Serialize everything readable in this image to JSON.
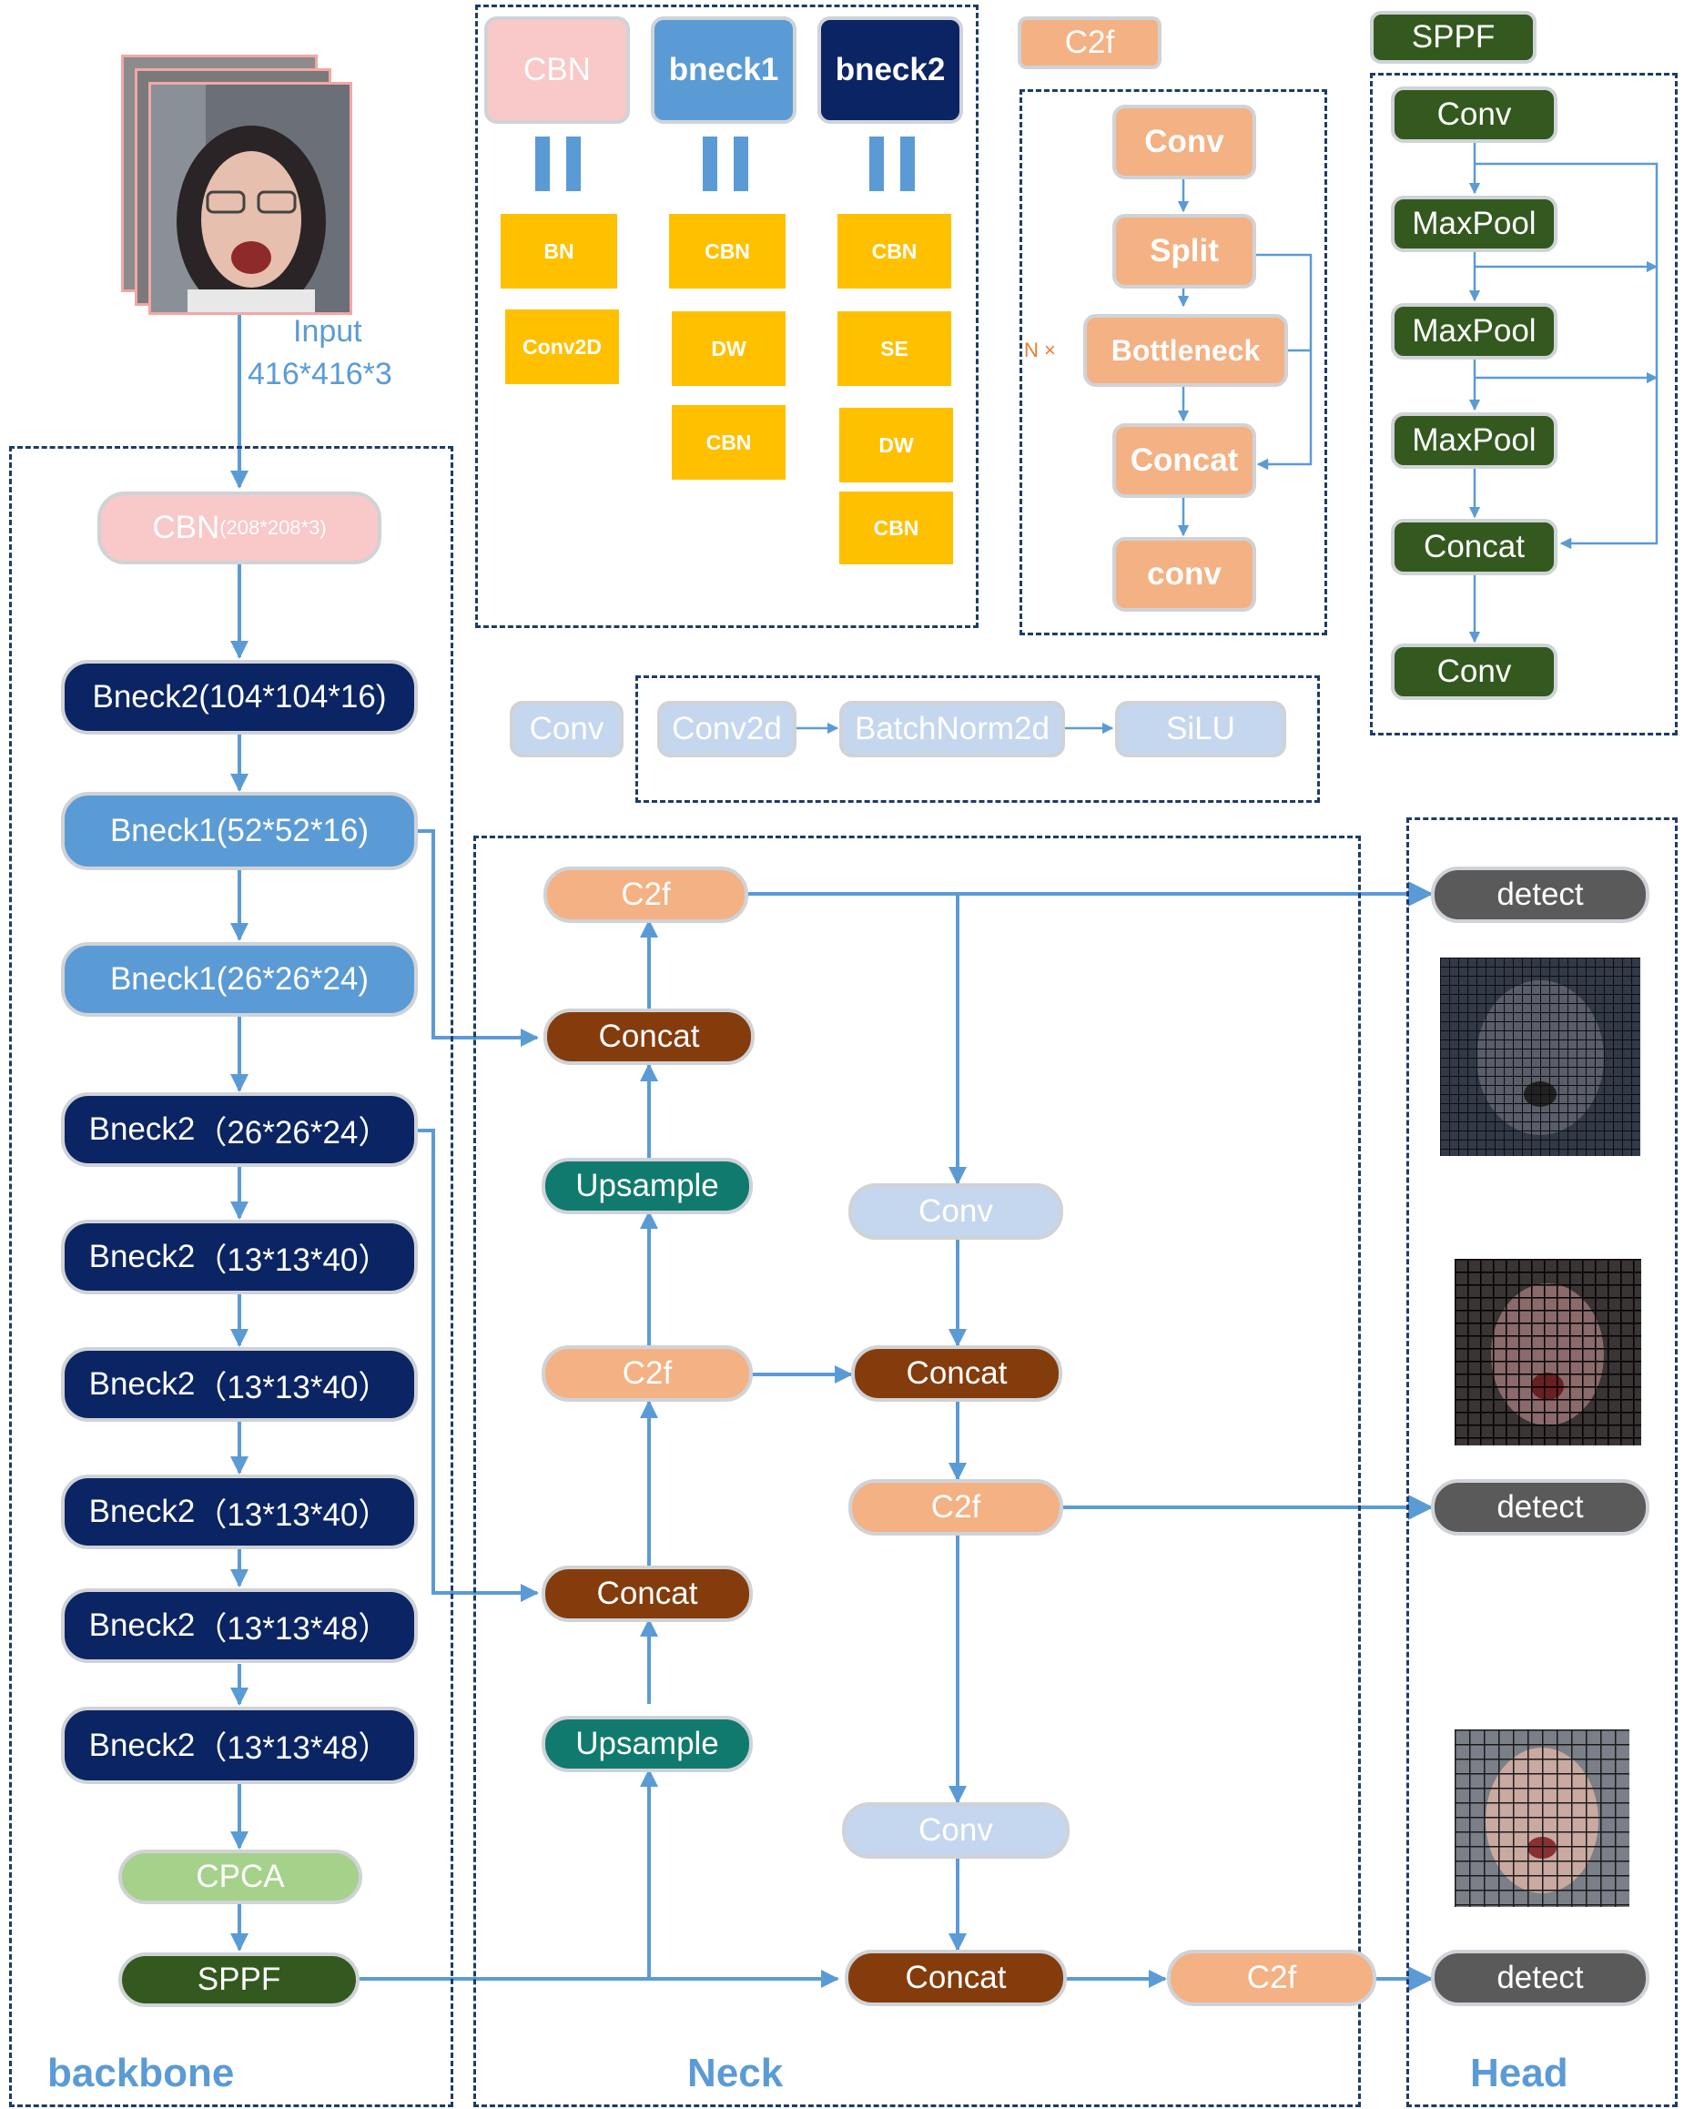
{
  "input": {
    "label": "Input",
    "size": "416*416*3"
  },
  "sections": {
    "backbone": "backbone",
    "neck": "Neck",
    "head": "Head"
  },
  "backbone": [
    {
      "main": "CBN",
      "dims": "(208*208*3)"
    },
    {
      "main": "Bneck2",
      "dims": "(104*104*16)"
    },
    {
      "main": "Bneck1",
      "dims": "(52*52*16)"
    },
    {
      "main": "Bneck1",
      "dims": "(26*26*24)"
    },
    {
      "main": "Bneck2",
      "dims": "（26*26*24）"
    },
    {
      "main": "Bneck2",
      "dims": "（13*13*40）"
    },
    {
      "main": "Bneck2",
      "dims": "（13*13*40）"
    },
    {
      "main": "Bneck2",
      "dims": "（13*13*40）"
    },
    {
      "main": "Bneck2",
      "dims": "（13*13*48）"
    },
    {
      "main": "Bneck2",
      "dims": "（13*13*48）"
    },
    {
      "main": "CPCA",
      "dims": ""
    },
    {
      "main": "SPPF",
      "dims": ""
    }
  ],
  "legend_blocks": {
    "headers": [
      "CBN",
      "bneck1",
      "bneck2"
    ],
    "cbn": [
      "BN",
      "Conv2D"
    ],
    "bneck1": [
      "CBN",
      "DW",
      "CBN"
    ],
    "bneck2": [
      "CBN",
      "SE",
      "DW",
      "CBN"
    ]
  },
  "c2f_legend": {
    "title": "C2f",
    "steps": [
      "Conv",
      "Split",
      "Bottleneck",
      "Concat",
      "conv"
    ],
    "repeat": "N ×"
  },
  "sppf_legend": {
    "title": "SPPF",
    "steps": [
      "Conv",
      "MaxPool",
      "MaxPool",
      "MaxPool",
      "Concat",
      "Conv"
    ]
  },
  "conv_legend": {
    "title": "Conv",
    "steps": [
      "Conv2d",
      "BatchNorm2d",
      "SiLU"
    ]
  },
  "neck": {
    "top_c2f": "C2f",
    "concat_a": "Concat",
    "upsample_a": "Upsample",
    "c2f_mid": "C2f",
    "concat_b": "Concat",
    "upsample_b": "Upsample",
    "conv_a": "Conv",
    "concat_c": "Concat",
    "c2f_c": "C2f",
    "conv_b": "Conv",
    "concat_d": "Concat",
    "c2f_d": "C2f"
  },
  "head": [
    "detect",
    "detect",
    "detect"
  ],
  "colors": {
    "cbn": "#f9c8c8",
    "bneck1": "#5b9bd5",
    "bneck2": "#0b2463",
    "c2f": "#f4b183",
    "concat": "#843c0c",
    "upsample": "#117a6f",
    "conv": "#c5d7ee",
    "cpca": "#a6d18b",
    "sppf": "#33591f",
    "detect": "#5a5a5a",
    "sub_block": "#ffc000",
    "arrow": "#5b9bd5",
    "dashed_border": "#1f3b66"
  }
}
